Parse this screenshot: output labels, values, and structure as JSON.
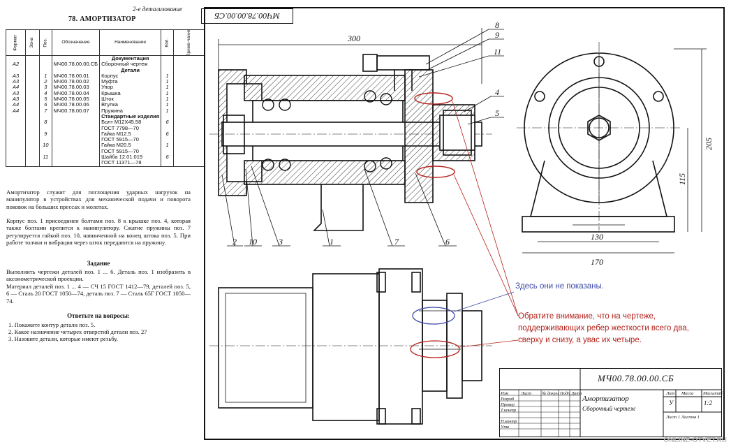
{
  "page_header_right": "2-е детализование",
  "section_title": "78. АМОРТИЗАТОР",
  "spec_table": {
    "headers": [
      "Формат",
      "Зона",
      "Поз.",
      "Обозначение",
      "Наименование",
      "Кол.",
      "Приме-чание"
    ],
    "rows": [
      {
        "format": "",
        "zone": "",
        "pos": "",
        "code": "",
        "name": "Документация",
        "qty": "",
        "section": true
      },
      {
        "format": "А2",
        "zone": "",
        "pos": "",
        "code": "МЧ00.78.00.00.СБ",
        "name": "Сборочный чертеж",
        "qty": ""
      },
      {
        "format": "",
        "zone": "",
        "pos": "",
        "code": "",
        "name": "Детали",
        "qty": "",
        "section": true
      },
      {
        "format": "А3",
        "zone": "",
        "pos": "1",
        "code": "МЧ00.78.00.01",
        "name": "Корпус",
        "qty": "1"
      },
      {
        "format": "А3",
        "zone": "",
        "pos": "2",
        "code": "МЧ00.78.00.02",
        "name": "Муфта",
        "qty": "1"
      },
      {
        "format": "А4",
        "zone": "",
        "pos": "3",
        "code": "МЧ00.78.00.03",
        "name": "Упор",
        "qty": "1"
      },
      {
        "format": "А3",
        "zone": "",
        "pos": "4",
        "code": "МЧ00.78.00.04",
        "name": "Крышка",
        "qty": "1"
      },
      {
        "format": "А3",
        "zone": "",
        "pos": "5",
        "code": "МЧ00.78.00.05",
        "name": "Шток",
        "qty": "1"
      },
      {
        "format": "А4",
        "zone": "",
        "pos": "6",
        "code": "МЧ00.78.00.06",
        "name": "Втулка",
        "qty": "1"
      },
      {
        "format": "А4",
        "zone": "",
        "pos": "7",
        "code": "МЧ00.78.00.07",
        "name": "Пружина",
        "qty": "1"
      },
      {
        "format": "",
        "zone": "",
        "pos": "",
        "code": "",
        "name": "Стандартные изделия",
        "qty": "",
        "section": true
      },
      {
        "format": "",
        "zone": "",
        "pos": "8",
        "code": "",
        "name": "Болт М12Х45.58",
        "qty": "6"
      },
      {
        "format": "",
        "zone": "",
        "pos": "",
        "code": "",
        "name": "ГОСТ 7798—70",
        "qty": ""
      },
      {
        "format": "",
        "zone": "",
        "pos": "9",
        "code": "",
        "name": "Гайка М12.5",
        "qty": "6"
      },
      {
        "format": "",
        "zone": "",
        "pos": "",
        "code": "",
        "name": "ГОСТ 5915—70",
        "qty": ""
      },
      {
        "format": "",
        "zone": "",
        "pos": "10",
        "code": "",
        "name": "Гайка М20.5",
        "qty": "1"
      },
      {
        "format": "",
        "zone": "",
        "pos": "",
        "code": "",
        "name": "ГОСТ 5915—70",
        "qty": ""
      },
      {
        "format": "",
        "zone": "",
        "pos": "11",
        "code": "",
        "name": "Шайба 12.01.019",
        "qty": "6"
      },
      {
        "format": "",
        "zone": "",
        "pos": "",
        "code": "",
        "name": "ГОСТ 11371—78",
        "qty": ""
      }
    ]
  },
  "description": [
    "Амортизатор служит для поглощения ударных нагрузок на манипулятор в устройствах для механической подачи и поворота поковок на больших прессах и молотах.",
    "Корпус поз. 1 присоединен болтами поз. 8 к крышке поз. 4, которая также болтами крепится к манипулятору. Сжатие пружины поз. 7 регулируется гайкой поз. 10, навинченной на конец штока поз. 5. При работе толчки и вибрация через шток передаются на пружину."
  ],
  "task_title": "Задание",
  "task_text": [
    "Выполнить чертежи деталей поз. 1 ... 6. Деталь поз. 1 изобразить в аксонометрической проекции.",
    "Материал деталей поз. 1 ... 4 — СЧ 15 ГОСТ 1412—79, деталей поз. 5, 6 — Сталь 20 ГОСТ 1050—74, деталь поз. 7 — Сталь 65Г ГОСТ 1050—74."
  ],
  "questions_title": "Ответьте на вопросы:",
  "questions": [
    "1. Покажите контур детали поз. 5.",
    "2. Какое назначение четырех отверстий детали поз. 2?",
    "3. Назовите детали, которые имеют резьбу."
  ],
  "drawing": {
    "stamp_code": "МЧ00.78.00.00.СБ",
    "dimensions": {
      "length": "300",
      "width_130": "130",
      "width_170": "170",
      "height_205": "205",
      "height_115": "115"
    },
    "leaders": [
      "8",
      "9",
      "11",
      "4",
      "5",
      "2",
      "10",
      "3",
      "1",
      "7",
      "6"
    ]
  },
  "annotations": {
    "blue_note": "Здесь они не показаны.",
    "red_note": "Обратите внимание, что на чертеже, поддерживающих ребер жесткости всего два, сверху и снизу, а увас их четыре."
  },
  "title_block": {
    "code": "МЧ00.78.00.00.СБ",
    "name": "Амортизатор",
    "doc_type": "Сборочный чертеж",
    "header_cols": [
      "Лит",
      "Масса",
      "Масштаб"
    ],
    "letter": "У",
    "scale": "1:2",
    "left_rows": [
      "Изм",
      "Лист",
      "№ докум",
      "Подп",
      "Дата",
      "Разраб",
      "Провер",
      "Т.контр",
      "Н.контр",
      "Утв"
    ],
    "sheet_row": "Лист 1  Листов 1"
  },
  "watermark": "ONLINE-OTVET.RU",
  "colors": {
    "ink": "#111111",
    "note_blue": "#3d4aa8",
    "note_red": "#b3201a",
    "hatch": "#333333"
  }
}
